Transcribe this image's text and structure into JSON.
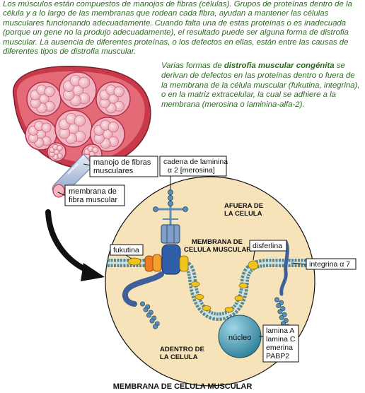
{
  "intro_text": "Los músculos están compuestos de manojos de fibras (células). Grupos de proteínas dentro de la célula y a lo largo de las membranas que rodean cada fibra, ayudan a mantener las células musculares funcionando adecuadamente. Cuando falta una de estas proteínas o es inadecuada (porque un gene no la produjo adecuadamente), el resultado puede ser alguna forma de distrofia muscular. La ausencia de diferentes proteínas, o los defectos en ellas, están entre las causas de diferentes tipos de distrofia muscular.",
  "side_text": {
    "before": "Varias formas de ",
    "bold": "distrofia muscular congénita",
    "after": " se derivan de defectos en las proteínas dentro o fuera de la membrana de la célula muscular (fukutina, integrina), o en la matriz extracelular, la cual se adhiere a la membrana (merosina o laminina-alfa-2)."
  },
  "labels": {
    "fiber_bundle": [
      "manojo de fibras",
      "musculares"
    ],
    "fiber_membrane": [
      "membrana de",
      "fibra muscular"
    ],
    "laminin": [
      "cadena de laminina",
      "α 2 [merosina]"
    ],
    "outside": [
      "AFUERA DE",
      "LA CELULA"
    ],
    "cell_membrane": [
      "MEMBRANA DE",
      "CELULA MUSCULAR"
    ],
    "dysferlin": "disferlina",
    "fukutin": "fukutina",
    "integrin": "integrina α 7",
    "nucleus": "núcleo",
    "nuclear_proteins": [
      "lamina A",
      "lamina C",
      "emerina",
      "PABP2"
    ],
    "inside": [
      "ADENTRO DE",
      "LA CELULA"
    ]
  },
  "caption": "MEMBRANA DE CELULA MUSCULAR",
  "colors": {
    "text_green": "#2a6a1e",
    "circle_fill": "#f6e3ba",
    "muscle_red": "#c83a4a",
    "fiber_pink": "#f2b4c0",
    "bead_blue": "#5a8fb5",
    "nucleus_fill": "#4b9fb8",
    "dysferlin_yellow": "#f2c21e",
    "fukutin_orange": "#f07a1e"
  }
}
